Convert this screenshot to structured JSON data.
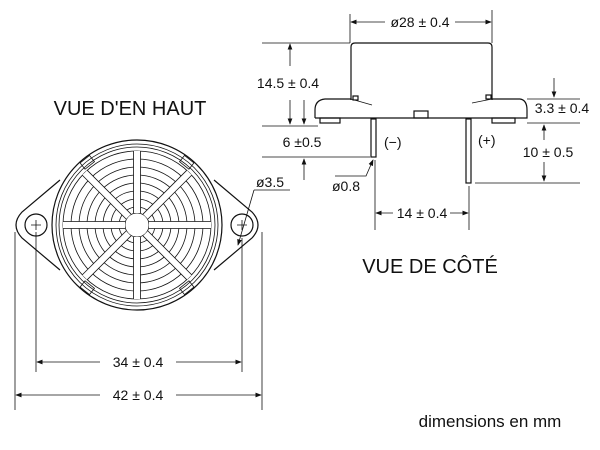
{
  "top_view": {
    "title": "VUE D'EN HAUT",
    "hole_diameter": "ø3.5",
    "hole_spacing": "34 ± 0.4",
    "overall_width": "42 ± 0.4"
  },
  "side_view": {
    "title": "VUE DE CÔTÉ",
    "diameter": "ø28 ± 0.4",
    "height": "14.5 ± 0.4",
    "flange_height": "3.3 ± 0.4",
    "pin_length_minus": "6 ±0.5",
    "pin_length_plus": "10 ± 0.5",
    "pin_diameter": "ø0.8",
    "pin_spacing": "14 ± 0.4",
    "minus_label": "(−)",
    "plus_label": "(+)"
  },
  "footer": {
    "units_note": "dimensions en mm"
  }
}
